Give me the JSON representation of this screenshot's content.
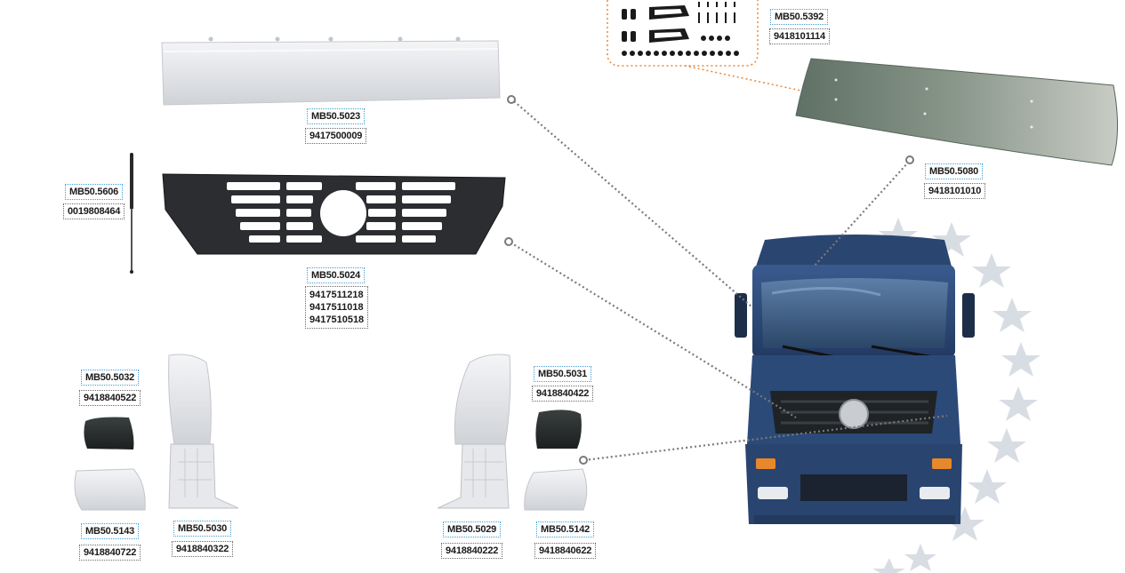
{
  "parts": [
    {
      "id": "bumper_upper",
      "part": "MB50.5023",
      "oem": [
        "9417500009"
      ]
    },
    {
      "id": "gas_strut",
      "part": "MB50.5606",
      "oem": [
        "0019808464"
      ]
    },
    {
      "id": "grille",
      "part": "MB50.5024",
      "oem": [
        "9417511218",
        "9417511018",
        "9417510518"
      ]
    },
    {
      "id": "sun_visor_kit",
      "part": "MB50.5392",
      "oem": [
        "9418101114"
      ]
    },
    {
      "id": "sun_visor",
      "part": "MB50.5080",
      "oem": [
        "9418101010"
      ]
    },
    {
      "id": "corner_cap_left",
      "part": "MB50.5032",
      "oem": [
        "9418840522"
      ]
    },
    {
      "id": "corner_lower_left",
      "part": "MB50.5143",
      "oem": [
        "9418840722"
      ]
    },
    {
      "id": "corner_panel_left",
      "part": "MB50.5030",
      "oem": [
        "9418840322"
      ]
    },
    {
      "id": "corner_panel_right",
      "part": "MB50.5029",
      "oem": [
        "9418840222"
      ]
    },
    {
      "id": "corner_cap_right",
      "part": "MB50.5031",
      "oem": [
        "9418840422"
      ]
    },
    {
      "id": "corner_lower_right",
      "part": "MB50.5142",
      "oem": [
        "9418840622"
      ]
    }
  ],
  "colors": {
    "part_border": "#3fa0d8",
    "oem_border": "#6a6a6a",
    "leader": "#7a7a7a",
    "kit_outline": "#e8873a",
    "truck_body": "#2c4a78"
  }
}
